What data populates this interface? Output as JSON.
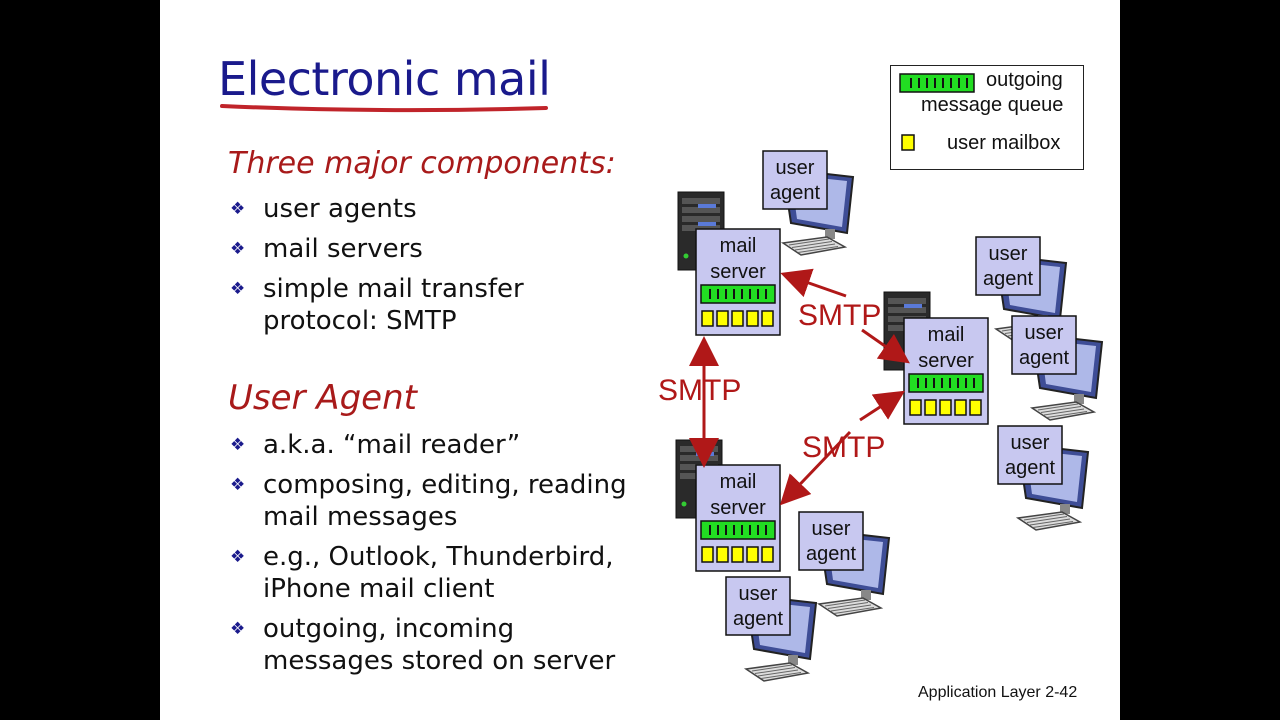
{
  "slide": {
    "title": "Electronic mail",
    "section1": {
      "heading": "Three major components:",
      "bullets": [
        "user agents",
        "mail servers",
        "simple mail transfer\nprotocol: SMTP"
      ]
    },
    "section2": {
      "heading": "User Agent",
      "bullets": [
        "a.k.a. “mail reader”",
        "composing, editing, reading\nmail messages",
        "e.g., Outlook, Thunderbird,\niPhone mail client",
        "outgoing, incoming\nmessages stored on server"
      ]
    },
    "legend": {
      "queue_line1": "outgoing",
      "queue_line2": "message queue",
      "mailbox": "user mailbox"
    },
    "diagram": {
      "mail_server_label": [
        "mail",
        "server"
      ],
      "user_agent_label": [
        "user",
        "agent"
      ],
      "smtp_label": "SMTP"
    },
    "page_number": "Application Layer 2-42"
  },
  "colors": {
    "title": "#1a1a8c",
    "heading": "#a81a1a",
    "arrow": "#b01818",
    "box_fill": "#c8c8f0",
    "queue_green": "#22dd22",
    "mailbox_yellow": "#ffff00",
    "background": "#000000"
  },
  "icons": [
    "server-tower-icon",
    "computer-monitor-icon",
    "keyboard-icon",
    "diamond-bullet-icon"
  ]
}
